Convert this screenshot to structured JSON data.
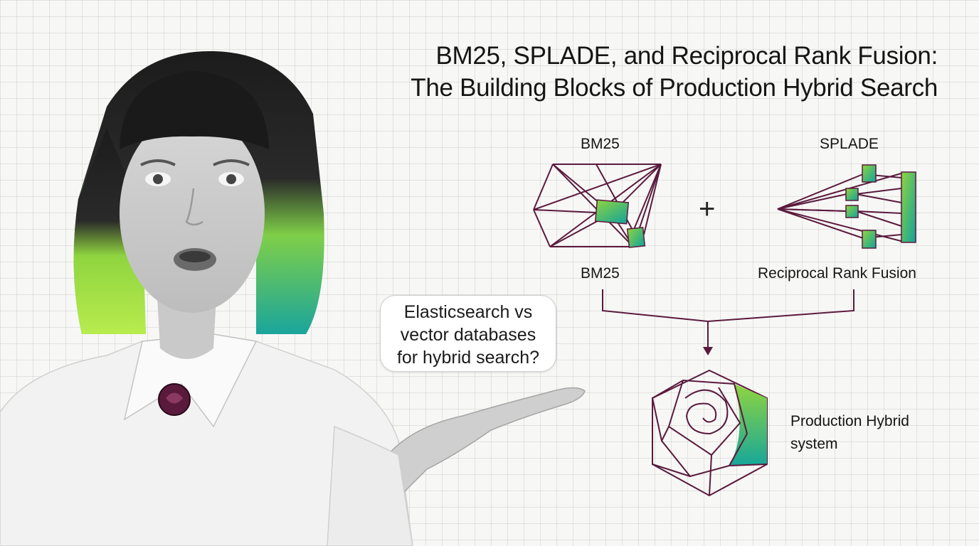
{
  "title": {
    "line1": "BM25, SPLADE, and Reciprocal Rank Fusion:",
    "line2": "The Building Blocks of Production Hybrid Search"
  },
  "speech_bubble": {
    "line1": "Elasticsearch vs",
    "line2": "vector databases",
    "line3": "for hybrid search?"
  },
  "diagram": {
    "bm25_top_label": "BM25",
    "splade_label": "SPLADE",
    "plus_symbol": "+",
    "bm25_bottom_label": "BM25",
    "rrf_label": "Reciprocal Rank Fusion",
    "result_label_line1": "Production Hybrid",
    "result_label_line2": "system"
  },
  "colors": {
    "line": "#5a1a3c",
    "gradient_start": "#8fd43f",
    "gradient_end": "#12a39b",
    "background": "#f7f7f6"
  }
}
